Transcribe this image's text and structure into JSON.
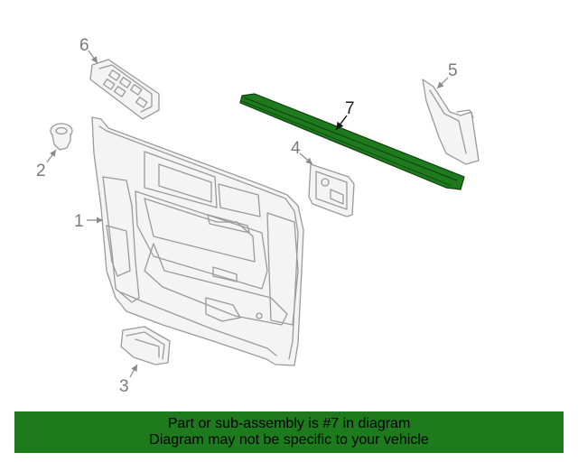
{
  "diagram": {
    "callouts": [
      "1",
      "2",
      "3",
      "4",
      "5",
      "6",
      "7"
    ],
    "highlighted_part": "7",
    "highlight_color": "#1d7a1d"
  },
  "banner": {
    "line1": "Part or sub-assembly is #7 in diagram",
    "line2": "Diagram may not be specific to your vehicle",
    "background": "#1d7a1d"
  }
}
